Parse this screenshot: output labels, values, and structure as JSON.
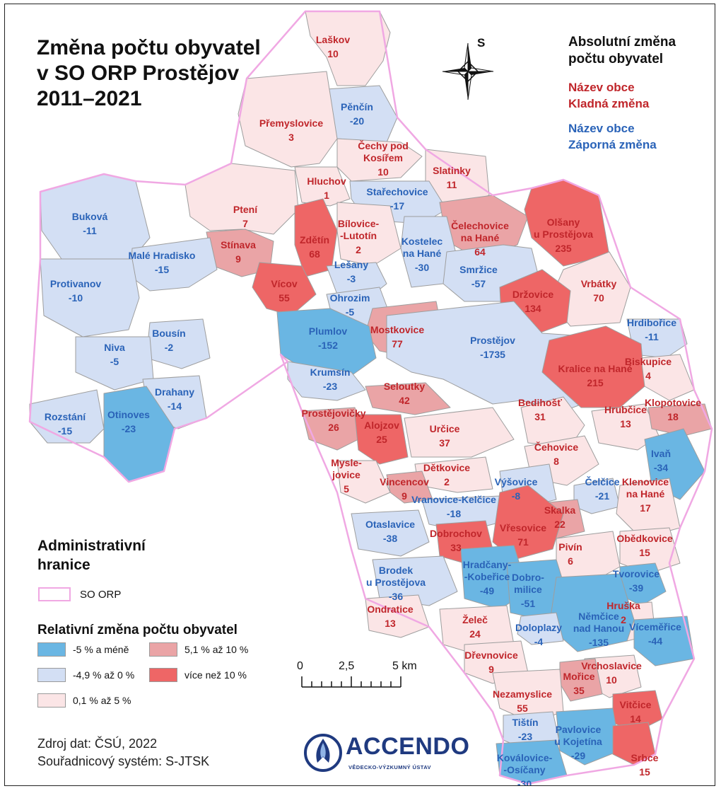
{
  "title": {
    "line1": "Změna počtu obyvatel",
    "line2": "v SO ORP Prostějov",
    "line3": "2011–2021"
  },
  "north_arrow_letter": "S",
  "legend": {
    "title_line1": "Absolutní změna",
    "title_line2": "počtu obyvatel",
    "positive_line1": "Název obce",
    "positive_line2": "Kladná změna",
    "negative_line1": "Název obce",
    "negative_line2": "Záporná změna",
    "admin_title_line1": "Administrativní",
    "admin_title_line2": "hranice",
    "admin_item": "SO ORP",
    "relative_title": "Relativní změna počtu obyvatel",
    "classes": [
      {
        "label": "-5 % a méně",
        "color": "#6ab6e3"
      },
      {
        "label": "5,1 % až 10 %",
        "color": "#eaa4a6"
      },
      {
        "label": "-4,9 % až 0 %",
        "color": "#d3dff4"
      },
      {
        "label": "více než 10 %",
        "color": "#ee6666"
      },
      {
        "label": "0,1 % až 5 %",
        "color": "#fbe5e6"
      }
    ]
  },
  "scale": {
    "t0": "0",
    "t1": "2,5",
    "t2": "5 km"
  },
  "source": {
    "line1": "Zdroj dat: ČSÚ, 2022",
    "line2": "Souřadnicový systém: S-JTSK"
  },
  "logo": {
    "name": "ACCENDO",
    "subtitle": "VĚDECKO-VÝZKUMNÝ ÚSTAV"
  },
  "colors": {
    "positive_text": "#c0262b",
    "negative_text": "#2a63b8",
    "orp_border": "#f0a8e3"
  },
  "municipalities": [
    {
      "name": "Laškov",
      "change": "10",
      "sign": "pos",
      "class": 4
    },
    {
      "name": "Pěnčín",
      "change": "-20",
      "sign": "neg",
      "class": 2
    },
    {
      "name": "Přemyslovice",
      "change": "3",
      "sign": "pos",
      "class": 4
    },
    {
      "name": "Čechy pod Kosířem",
      "change": "10",
      "sign": "pos",
      "class": 4
    },
    {
      "name": "Hluchov",
      "change": "1",
      "sign": "pos",
      "class": 4
    },
    {
      "name": "Slatinky",
      "change": "11",
      "sign": "pos",
      "class": 4
    },
    {
      "name": "Stařechovice",
      "change": "-17",
      "sign": "neg",
      "class": 2
    },
    {
      "name": "Ptení",
      "change": "7",
      "sign": "pos",
      "class": 4
    },
    {
      "name": "Buková",
      "change": "-11",
      "sign": "neg",
      "class": 2
    },
    {
      "name": "Zdětín",
      "change": "68",
      "sign": "pos",
      "class": 3
    },
    {
      "name": "Bílovice-Lutotín",
      "change": "2",
      "sign": "pos",
      "class": 4
    },
    {
      "name": "Čelechovice na Hané",
      "change": "64",
      "sign": "pos",
      "class": 1
    },
    {
      "name": "Olšany u Prostějova",
      "change": "235",
      "sign": "pos",
      "class": 3
    },
    {
      "name": "Kostelec na Hané",
      "change": "-30",
      "sign": "neg",
      "class": 2
    },
    {
      "name": "Stínava",
      "change": "9",
      "sign": "pos",
      "class": 1
    },
    {
      "name": "Malé Hradisko",
      "change": "-15",
      "sign": "neg",
      "class": 2
    },
    {
      "name": "Lešany",
      "change": "-3",
      "sign": "neg",
      "class": 2
    },
    {
      "name": "Protivanov",
      "change": "-10",
      "sign": "neg",
      "class": 2
    },
    {
      "name": "Smržice",
      "change": "-57",
      "sign": "neg",
      "class": 2
    },
    {
      "name": "Vícov",
      "change": "55",
      "sign": "pos",
      "class": 3
    },
    {
      "name": "Vrbátky",
      "change": "70",
      "sign": "pos",
      "class": 4
    },
    {
      "name": "Držovice",
      "change": "134",
      "sign": "pos",
      "class": 3
    },
    {
      "name": "Ohrozim",
      "change": "-5",
      "sign": "neg",
      "class": 2
    },
    {
      "name": "Mostkovice",
      "change": "77",
      "sign": "pos",
      "class": 1
    },
    {
      "name": "Plumlov",
      "change": "-152",
      "sign": "neg",
      "class": 0
    },
    {
      "name": "Hrdibořice",
      "change": "-11",
      "sign": "neg",
      "class": 2
    },
    {
      "name": "Bousín",
      "change": "-2",
      "sign": "neg",
      "class": 2
    },
    {
      "name": "Niva",
      "change": "-5",
      "sign": "neg",
      "class": 2
    },
    {
      "name": "Prostějov",
      "change": "-1735",
      "sign": "neg",
      "class": 2
    },
    {
      "name": "Kralice na Hané",
      "change": "215",
      "sign": "pos",
      "class": 3
    },
    {
      "name": "Biskupice",
      "change": "4",
      "sign": "pos",
      "class": 4
    },
    {
      "name": "Krumsín",
      "change": "-23",
      "sign": "neg",
      "class": 2
    },
    {
      "name": "Drahany",
      "change": "-14",
      "sign": "neg",
      "class": 2
    },
    {
      "name": "Seloutky",
      "change": "42",
      "sign": "pos",
      "class": 1
    },
    {
      "name": "Rozstání",
      "change": "-15",
      "sign": "neg",
      "class": 2
    },
    {
      "name": "Otinoves",
      "change": "-23",
      "sign": "neg",
      "class": 0
    },
    {
      "name": "Bedihošť",
      "change": "31",
      "sign": "pos",
      "class": 4
    },
    {
      "name": "Hrubčice",
      "change": "13",
      "sign": "pos",
      "class": 4
    },
    {
      "name": "Klopotovice",
      "change": "18",
      "sign": "pos",
      "class": 1
    },
    {
      "name": "Prostějovičky",
      "change": "26",
      "sign": "pos",
      "class": 1
    },
    {
      "name": "Alojzov",
      "change": "25",
      "sign": "pos",
      "class": 3
    },
    {
      "name": "Určice",
      "change": "37",
      "sign": "pos",
      "class": 4
    },
    {
      "name": "Čehovice",
      "change": "8",
      "sign": "pos",
      "class": 4
    },
    {
      "name": "Ivaň",
      "change": "-34",
      "sign": "neg",
      "class": 0
    },
    {
      "name": "Myslejovice",
      "change": "5",
      "sign": "pos",
      "class": 4
    },
    {
      "name": "Dětkovice",
      "change": "2",
      "sign": "pos",
      "class": 4
    },
    {
      "name": "Vincencov",
      "change": "9",
      "sign": "pos",
      "class": 1
    },
    {
      "name": "Výšovice",
      "change": "-8",
      "sign": "neg",
      "class": 2
    },
    {
      "name": "Čelčice",
      "change": "-21",
      "sign": "neg",
      "class": 2
    },
    {
      "name": "Klenovice na Hané",
      "change": "17",
      "sign": "pos",
      "class": 4
    },
    {
      "name": "Vranovice-Kelčice",
      "change": "-18",
      "sign": "neg",
      "class": 2
    },
    {
      "name": "Skalka",
      "change": "22",
      "sign": "pos",
      "class": 1
    },
    {
      "name": "Otaslavice",
      "change": "-38",
      "sign": "neg",
      "class": 2
    },
    {
      "name": "Dobrochov",
      "change": "33",
      "sign": "pos",
      "class": 3
    },
    {
      "name": "Vřesovice",
      "change": "71",
      "sign": "pos",
      "class": 3
    },
    {
      "name": "Obědkovice",
      "change": "15",
      "sign": "pos",
      "class": 4
    },
    {
      "name": "Pivín",
      "change": "6",
      "sign": "pos",
      "class": 4
    },
    {
      "name": "Brodek u Prostějova",
      "change": "-36",
      "sign": "neg",
      "class": 2
    },
    {
      "name": "Hradčany-Kobeřice",
      "change": "-49",
      "sign": "neg",
      "class": 0
    },
    {
      "name": "Tvorovice",
      "change": "-39",
      "sign": "neg",
      "class": 0
    },
    {
      "name": "Dobromilice",
      "change": "-51",
      "sign": "neg",
      "class": 0
    },
    {
      "name": "Ondratice",
      "change": "13",
      "sign": "pos",
      "class": 4
    },
    {
      "name": "Hruška",
      "change": "2",
      "sign": "pos",
      "class": 4
    },
    {
      "name": "Němčice nad Hanou",
      "change": "-135",
      "sign": "neg",
      "class": 0
    },
    {
      "name": "Doloplazy",
      "change": "-4",
      "sign": "neg",
      "class": 2
    },
    {
      "name": "Želeč",
      "change": "24",
      "sign": "pos",
      "class": 4
    },
    {
      "name": "Víceměřice",
      "change": "-44",
      "sign": "neg",
      "class": 0
    },
    {
      "name": "Vrchoslavice",
      "change": "10",
      "sign": "pos",
      "class": 4
    },
    {
      "name": "Dřevnovice",
      "change": "9",
      "sign": "pos",
      "class": 4
    },
    {
      "name": "Mořice",
      "change": "35",
      "sign": "pos",
      "class": 1
    },
    {
      "name": "Nezamyslice",
      "change": "55",
      "sign": "pos",
      "class": 4
    },
    {
      "name": "Vitčice",
      "change": "14",
      "sign": "pos",
      "class": 3
    },
    {
      "name": "Tištín",
      "change": "-23",
      "sign": "neg",
      "class": 2
    },
    {
      "name": "Pavlovice u Kojetína",
      "change": "-29",
      "sign": "neg",
      "class": 0
    },
    {
      "name": "Srbce",
      "change": "15",
      "sign": "pos",
      "class": 3
    },
    {
      "name": "Kovalovice-Osíčany",
      "change": "-30",
      "sign": "neg",
      "class": 0
    }
  ]
}
